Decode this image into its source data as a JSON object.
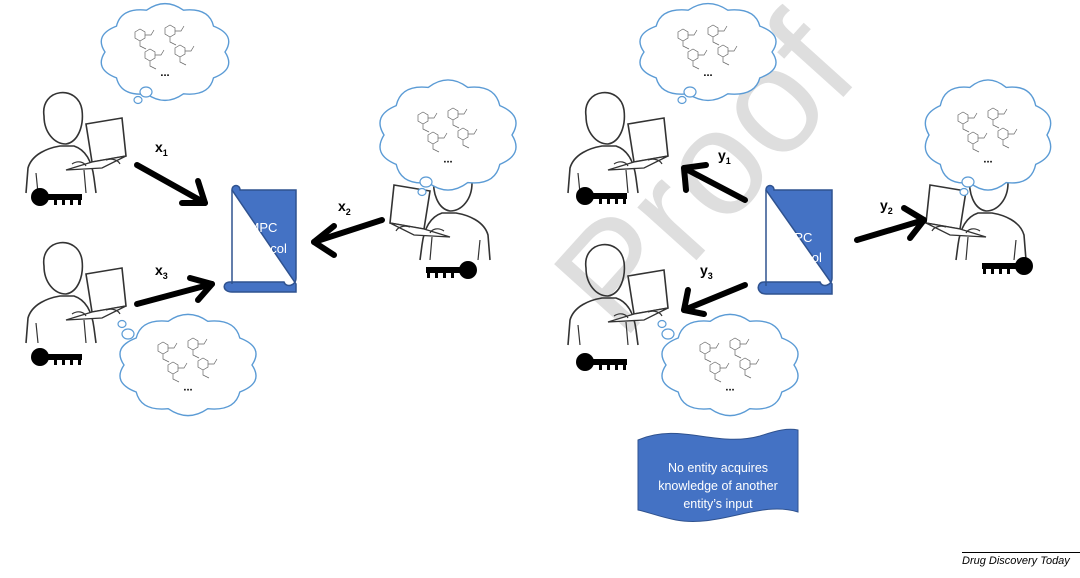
{
  "labels": {
    "x1": "x",
    "x1_sub": "1",
    "x2": "x",
    "x2_sub": "2",
    "x3": "x",
    "x3_sub": "3",
    "y1": "y",
    "y1_sub": "1",
    "y2": "y",
    "y2_sub": "2",
    "y3": "y",
    "y3_sub": "3"
  },
  "protocol": {
    "line1": "MPC",
    "line2": "Protocol"
  },
  "cloud_ellipsis": "...",
  "banner": {
    "line1": "No entity acquires",
    "line2": "knowledge of another",
    "line3": "entity’s input"
  },
  "watermark": "Proof",
  "footer": "Drug Discovery Today",
  "colors": {
    "scroll_fill": "#4472c4",
    "scroll_stroke": "#2f528f",
    "cloud_stroke": "#5b9bd5",
    "arrow": "#000000"
  }
}
